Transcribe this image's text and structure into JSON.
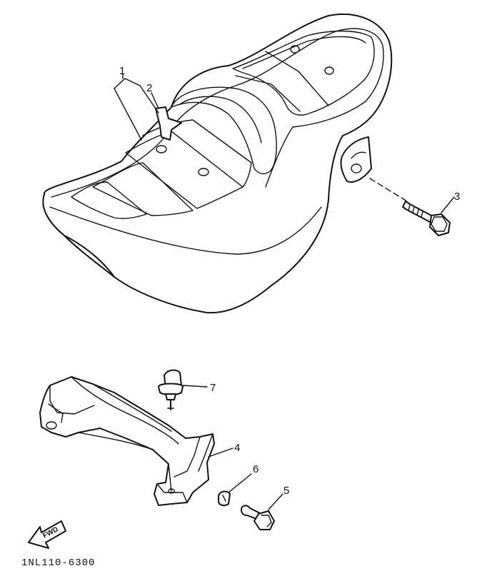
{
  "callouts": [
    {
      "number": "1"
    },
    {
      "number": "2"
    },
    {
      "number": "3"
    },
    {
      "number": "4"
    },
    {
      "number": "5"
    },
    {
      "number": "6"
    },
    {
      "number": "7"
    }
  ],
  "fwd_label": "FWD",
  "diagram_code": "1NL110-6300"
}
